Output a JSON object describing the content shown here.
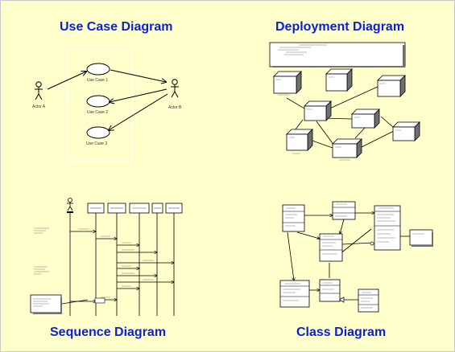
{
  "panels": {
    "use_case": {
      "title": "Use Case Diagram",
      "actor_a": "Actor A",
      "actor_b": "Actor B",
      "use_cases": [
        "Use Case 1",
        "Use Case 2",
        "Use Case 3"
      ]
    },
    "deployment": {
      "title": "Deployment Diagram"
    },
    "sequence": {
      "title": "Sequence Diagram"
    },
    "class": {
      "title": "Class Diagram"
    }
  },
  "colors": {
    "background": "#ffffcc",
    "title": "#0b1fd6",
    "node_side": "#707070"
  }
}
